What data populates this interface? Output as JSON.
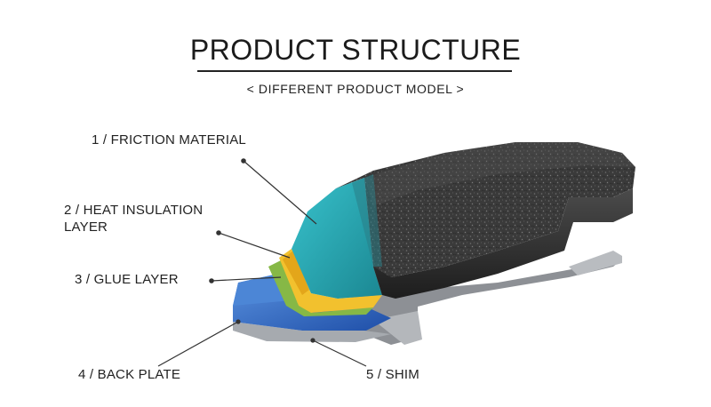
{
  "title": "PRODUCT STRUCTURE",
  "subtitle": "< DIFFERENT PRODUCT MODEL >",
  "labels": {
    "friction": "1 / FRICTION MATERIAL",
    "heat_line1": "2 / HEAT INSULATION",
    "heat_line2": "LAYER",
    "glue": "3 / GLUE LAYER",
    "back_plate": "4 / BACK PLATE",
    "shim": "5 / SHIM"
  },
  "colors": {
    "friction": "#2a2a2a",
    "heat_insulation": "#27a9b5",
    "glue": "#f2c12e",
    "glue_green": "#8fc04a",
    "back_plate": "#2f6fc9",
    "shim": "#9a9ea3"
  }
}
